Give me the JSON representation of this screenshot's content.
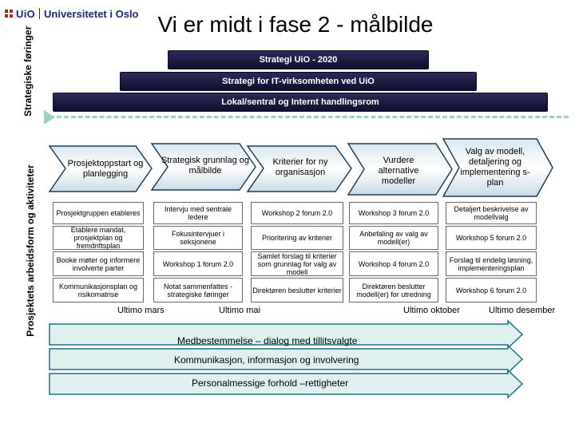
{
  "logo": {
    "mark": "UiO",
    "text": "Universitetet i Oslo"
  },
  "title": "Vi er midt i fase 2 - målbilde",
  "side_labels": {
    "top": "Strategiske føringer",
    "bottom": "Prosjektets arbeidsform og aktiviteter"
  },
  "strategy_bars": [
    "Strategi UiO - 2020",
    "Strategi for IT-virksomheten ved UiO",
    "Lokal/sentral og Internt handlingsrom"
  ],
  "phases": [
    "Prosjektoppstart og planlegging",
    "Strategisk grunnlag og målbilde",
    "Kriterier for ny organisasjon",
    "Vurdere alternative modeller",
    "Valg av modell, detaljering og implementering s-plan"
  ],
  "activities": [
    [
      "Prosjektgruppen etableres",
      "Etablere mandat, prosjektplan og fremdriftsplan",
      "Booke møter og informere involverte parter",
      "Kommunikasjonsplan og risikomatrise"
    ],
    [
      "Intervju med sentrale ledere",
      "Fokusintervjuer i seksjonene",
      "Workshop 1 forum 2.0",
      "Notat sammenfattes - strategiske føringer"
    ],
    [
      "Workshop 2 forum 2.0",
      "Prioritering av kriterier",
      "Samlet forslag til kriterier som grunnlag for valg av modell",
      "Direktøren beslutter kriterier"
    ],
    [
      "Workshop 3 forum 2.0",
      "Anbefaling av valg av modell(er)",
      "Workshop 4 forum 2.0",
      "Direktøren beslutter modell(er) for utredning"
    ],
    [
      "Detaljert beskrivelse av modellvalg",
      "Workshop 5 forum 2.0",
      "Forslag til endelig løsning, implementeringsplan",
      "Workshop 6 forum 2.0"
    ]
  ],
  "milestones": [
    "Ultimo mars",
    "Ultimo mai",
    "Ultimo oktober",
    "Ultimo desember"
  ],
  "bottom_arrows": [
    "Medbestemmelse – dialog med tillitsvalgte",
    "Kommunikasjon, informasjon og involvering",
    "Personalmessige forhold –rettigheter"
  ],
  "colors": {
    "bar_dark": "#1a1a44",
    "dashed_line": "#9fd0c8",
    "arrow_light": "#dff1ef",
    "arrow_border": "#1f6f8b",
    "logo_blue": "#1a2a6c",
    "logo_red": "#b21f1f"
  }
}
